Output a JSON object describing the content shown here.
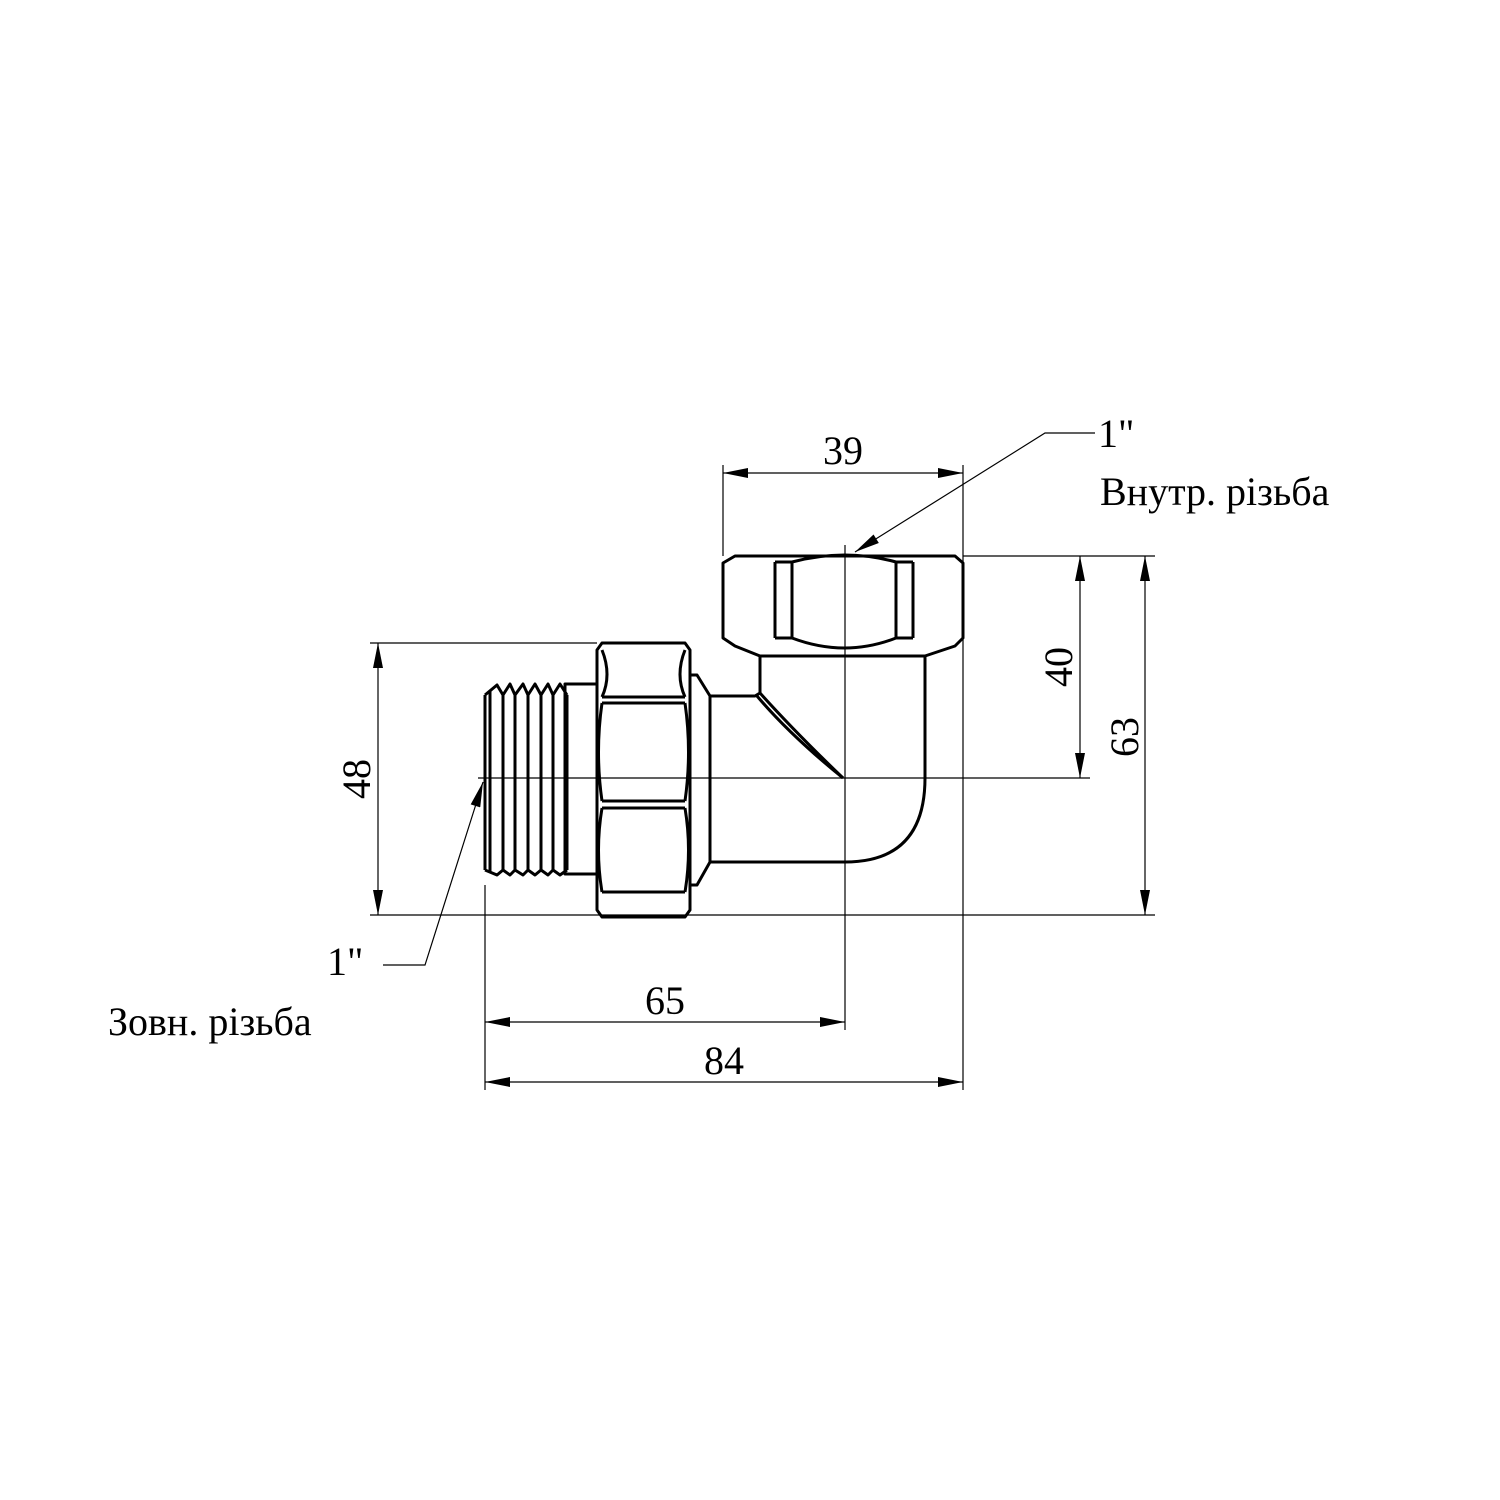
{
  "drawing": {
    "dimensions": {
      "top_width": "39",
      "top_height": "40",
      "total_height": "63",
      "left_height": "48",
      "center_length": "65",
      "total_length": "84"
    },
    "callouts": {
      "inner_size": "1\"",
      "inner_thread": "Внутр. різьба",
      "outer_size": "1\"",
      "outer_thread": "Зовн. різьба"
    }
  }
}
